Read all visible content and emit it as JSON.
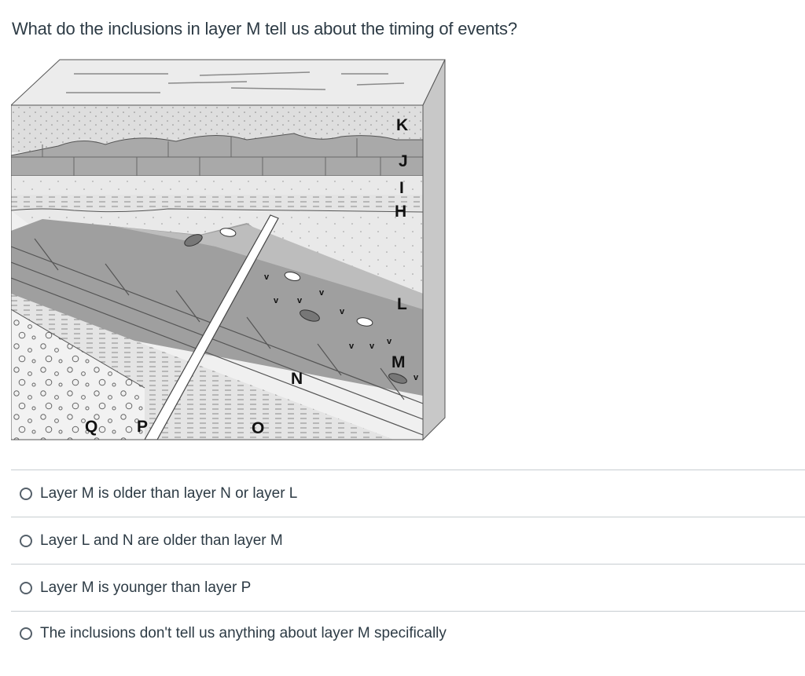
{
  "question": {
    "text": "What do the inclusions in layer M tell us about the timing of events?"
  },
  "figure": {
    "layer_labels": [
      "K",
      "J",
      "I",
      "H",
      "L",
      "M",
      "N",
      "O",
      "P",
      "Q"
    ]
  },
  "answers": [
    {
      "label": "Layer M is older than layer N or layer L",
      "selected": false
    },
    {
      "label": "Layer L and N are older than layer M",
      "selected": false
    },
    {
      "label": "Layer M is younger than layer P",
      "selected": false
    },
    {
      "label": "The inclusions don't tell us anything about layer M specifically",
      "selected": false
    }
  ],
  "colors": {
    "text": "#2d3b45",
    "divider": "#c7cdd1",
    "radio_border": "#55606a"
  }
}
